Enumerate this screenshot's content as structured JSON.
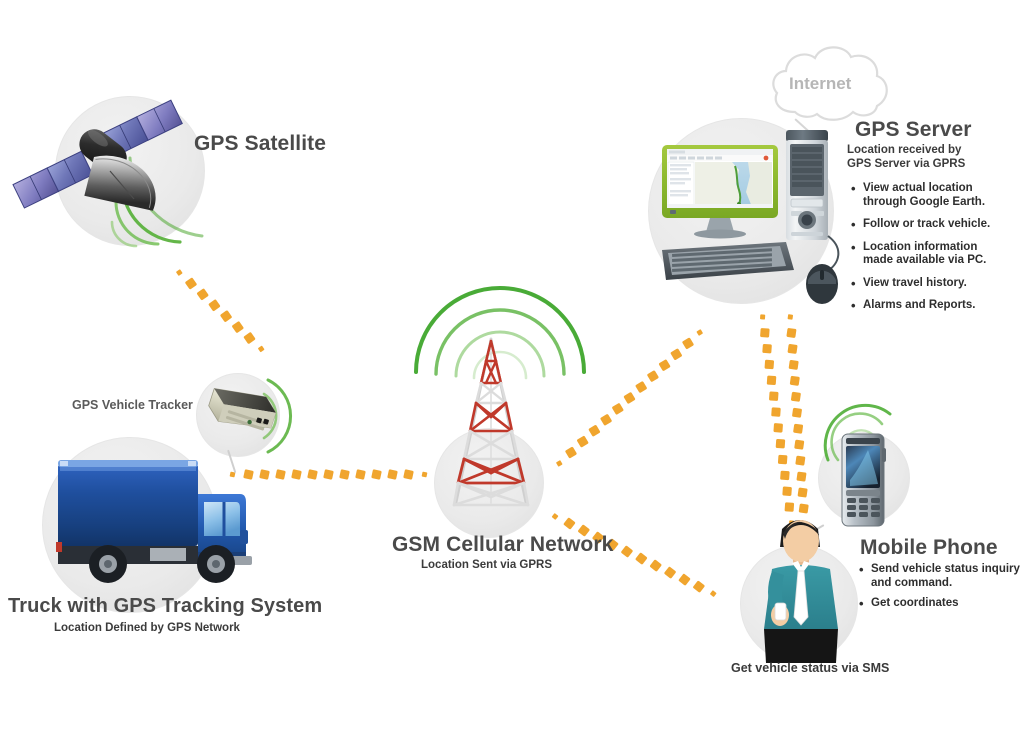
{
  "diagram": {
    "title": "GPS Vehicle Tracking System Diagram",
    "background_color": "#ffffff",
    "accent_dash_color": "#f0a52e",
    "signal_arc_color": "#4caf3f",
    "platter_color": "#eaeaea"
  },
  "nodes": {
    "satellite": {
      "label": "GPS Satellite",
      "icon": "gps-satellite-icon"
    },
    "internet": {
      "label": "Internet",
      "icon": "internet-cloud-icon"
    },
    "server": {
      "title": "GPS Server",
      "subtitle": "Location received by\nGPS Server via GPRS",
      "icon": "desktop-computer-icon",
      "bullets": [
        "View actual location\nthrough Google Earth.",
        "Follow or track vehicle.",
        "Location information\nmade available via PC.",
        "View travel history.",
        "Alarms and Reports."
      ]
    },
    "tracker": {
      "label": "GPS Vehicle Tracker",
      "icon": "gps-tracker-device-icon"
    },
    "truck": {
      "title": "Truck with GPS Tracking System",
      "subtitle": "Location Defined by GPS Network",
      "icon": "delivery-truck-icon"
    },
    "tower": {
      "title": "GSM Cellular Network",
      "subtitle": "Location Sent via GPRS",
      "icon": "cell-tower-icon"
    },
    "mobile": {
      "title": "Mobile Phone",
      "icon": "mobile-phone-icon",
      "bullets": [
        "Send vehicle status inquiry\nand command.",
        "Get coordinates"
      ]
    },
    "person": {
      "caption": "Get vehicle status via SMS",
      "icon": "businessman-icon"
    }
  },
  "connections": [
    {
      "name": "satellite-to-tracker",
      "from": "satellite",
      "to": "tracker",
      "style": "dashed-orange"
    },
    {
      "name": "truck-to-tower",
      "from": "truck",
      "to": "tower",
      "style": "dashed-orange"
    },
    {
      "name": "tower-to-server",
      "from": "tower",
      "to": "server",
      "style": "dashed-orange"
    },
    {
      "name": "tower-to-person",
      "from": "tower",
      "to": "person",
      "style": "dashed-orange"
    },
    {
      "name": "server-to-person-down",
      "from": "server",
      "to": "person",
      "style": "dashed-orange"
    },
    {
      "name": "person-to-server-up",
      "from": "person",
      "to": "server",
      "style": "dashed-orange"
    }
  ]
}
